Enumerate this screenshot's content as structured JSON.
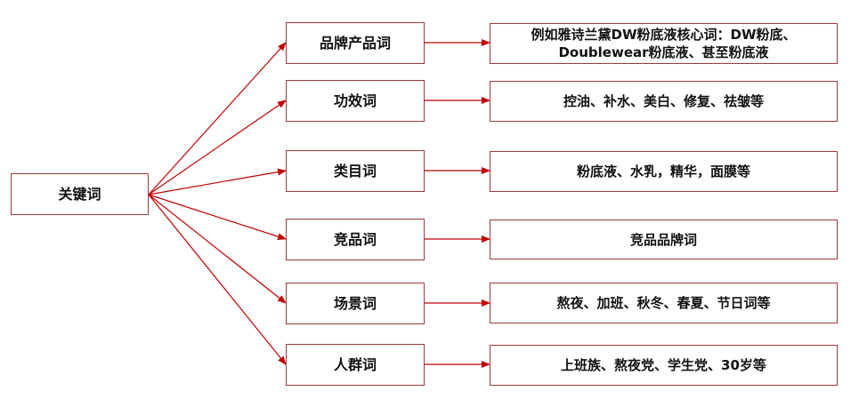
{
  "root": {
    "label": "关键词"
  },
  "categories": [
    {
      "label": "品牌产品词",
      "detail_line1": "例如雅诗兰黛DW粉底液核心词：DW粉底、",
      "detail_line2": "Doublewear粉底液、甚至粉底液"
    },
    {
      "label": "功效词",
      "detail": "控油、补水、美白、修复、祛皱等"
    },
    {
      "label": "类目词",
      "detail": "粉底液、水乳，精华，面膜等"
    },
    {
      "label": "竞品词",
      "detail": "竞品品牌词"
    },
    {
      "label": "场景词",
      "detail": "熬夜、加班、秋冬、春夏、节日词等"
    },
    {
      "label": "人群词",
      "detail": "上班族、熬夜党、学生党、30岁等"
    }
  ],
  "colors": {
    "arrow": "#c00000",
    "border": "#9b3a3a"
  }
}
